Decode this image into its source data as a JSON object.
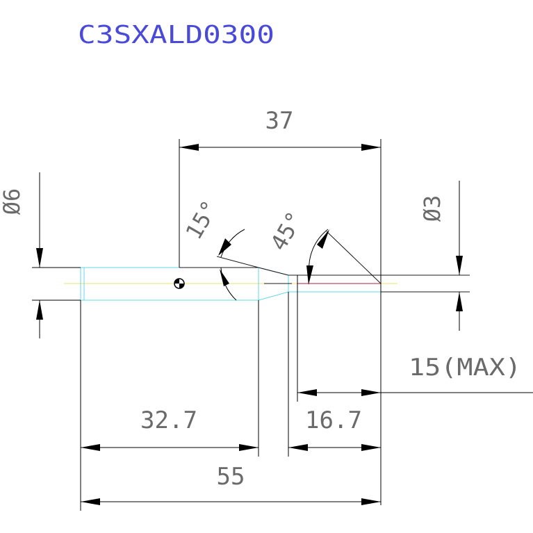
{
  "title": "C3SXALD0300",
  "dimensions": {
    "overall_length": "55",
    "body_length": "32.7",
    "tip_length": "16.7",
    "reference_length": "37",
    "max_length": "15(MAX)",
    "shank_diameter": "Ø6",
    "tip_diameter": "Ø3",
    "taper_angle": "15°",
    "tip_angle": "45°"
  },
  "colors": {
    "title": "#4a4ad8",
    "dimension_text": "#6a6a6a",
    "outline": "#5fd9ea",
    "centerline": "#e8e070",
    "cutting_edge": "#b02040",
    "dimension_lines": "#000000"
  }
}
